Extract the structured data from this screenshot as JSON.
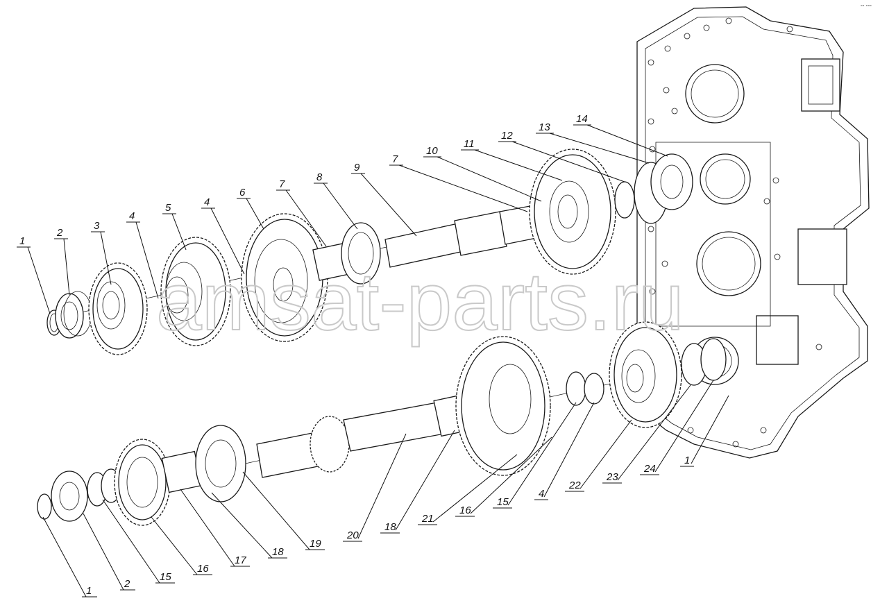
{
  "watermark": "amsat-parts.ru",
  "corner_mark": "°° °°°",
  "callouts": [
    {
      "id": "c1a",
      "text": "1"
    },
    {
      "id": "c2a",
      "text": "2"
    },
    {
      "id": "c3",
      "text": "3"
    },
    {
      "id": "c4a",
      "text": "4"
    },
    {
      "id": "c5",
      "text": "5"
    },
    {
      "id": "c4b",
      "text": "4"
    },
    {
      "id": "c6",
      "text": "6"
    },
    {
      "id": "c7a",
      "text": "7"
    },
    {
      "id": "c8",
      "text": "8"
    },
    {
      "id": "c9",
      "text": "9"
    },
    {
      "id": "c7b",
      "text": "7"
    },
    {
      "id": "c10",
      "text": "10"
    },
    {
      "id": "c11",
      "text": "11"
    },
    {
      "id": "c12",
      "text": "12"
    },
    {
      "id": "c13",
      "text": "13"
    },
    {
      "id": "c14",
      "text": "14"
    },
    {
      "id": "c1b",
      "text": "1"
    },
    {
      "id": "c2b",
      "text": "2"
    },
    {
      "id": "c15a",
      "text": "15"
    },
    {
      "id": "c16a",
      "text": "16"
    },
    {
      "id": "c17",
      "text": "17"
    },
    {
      "id": "c18a",
      "text": "18"
    },
    {
      "id": "c19",
      "text": "19"
    },
    {
      "id": "c20",
      "text": "20"
    },
    {
      "id": "c18b",
      "text": "18"
    },
    {
      "id": "c21",
      "text": "21"
    },
    {
      "id": "c16b",
      "text": "16"
    },
    {
      "id": "c15b",
      "text": "15"
    },
    {
      "id": "c4c",
      "text": "4"
    },
    {
      "id": "c22",
      "text": "22"
    },
    {
      "id": "c23",
      "text": "23"
    },
    {
      "id": "c24",
      "text": "24"
    },
    {
      "id": "c1c",
      "text": "1"
    }
  ]
}
